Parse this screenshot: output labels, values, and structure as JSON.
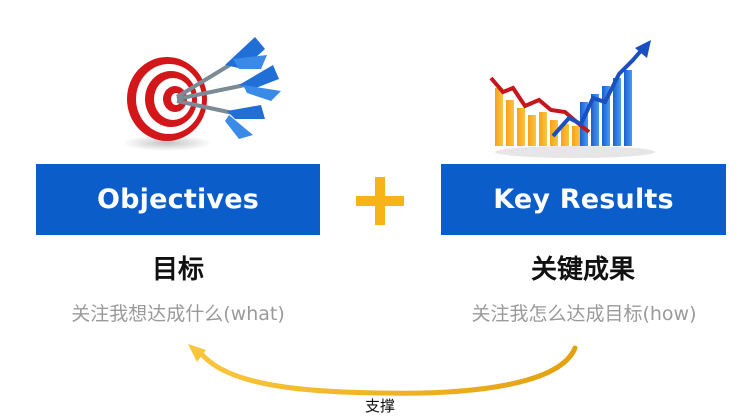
{
  "left": {
    "box_label": "Objectives",
    "title": "目标",
    "subtitle": "关注我想达成什么(what)",
    "icon": "dartboard-target-icon"
  },
  "right": {
    "box_label": "Key Results",
    "title": "关键成果",
    "subtitle": "关注我怎么达成目标(how)",
    "icon": "bar-chart-growth-icon"
  },
  "connector": {
    "symbol": "plus",
    "support_label": "支撑"
  },
  "colors": {
    "box_blue": "#0b5ec9",
    "accent_yellow": "#f6b416",
    "subtitle_gray": "#9a9a9a"
  }
}
